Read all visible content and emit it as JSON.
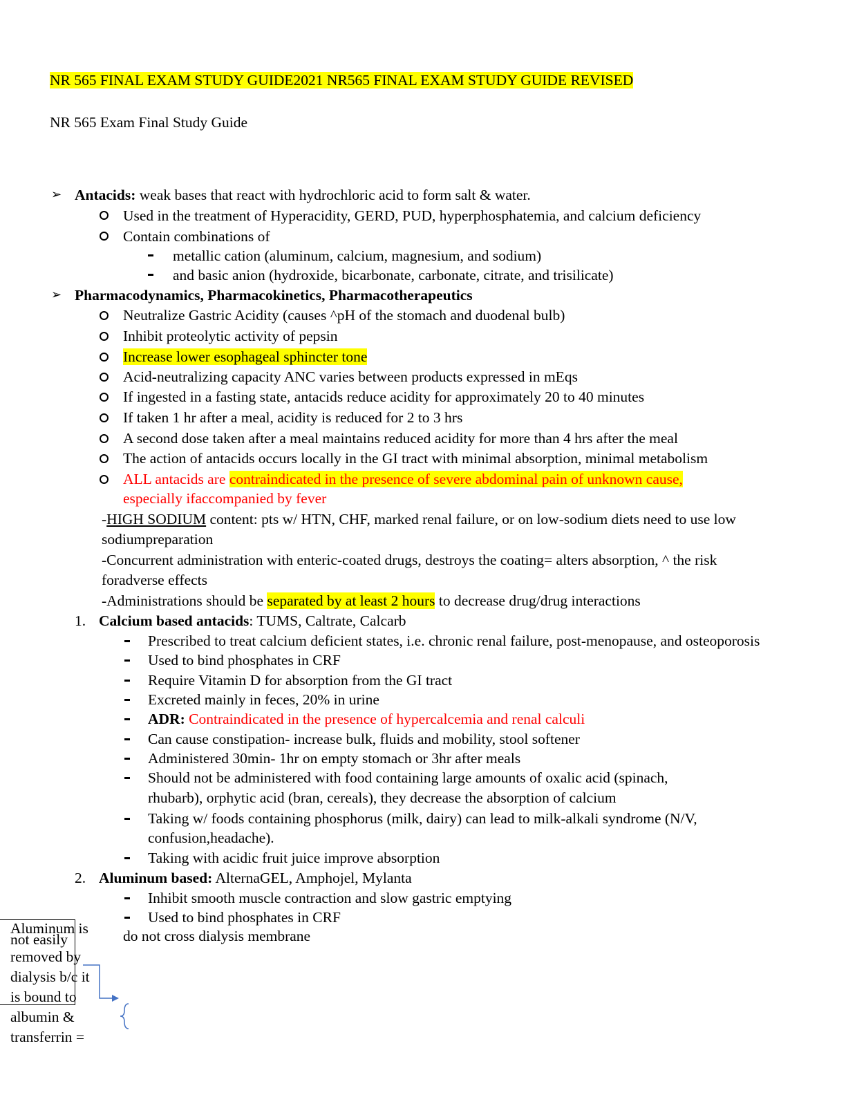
{
  "header": {
    "title": "NR 565 FINAL EXAM STUDY GUIDE2021 NR565 FINAL EXAM STUDY GUIDE REVISED",
    "subtitle": "NR 565 Exam Final Study Guide"
  },
  "antacids": {
    "heading": "Antacids:",
    "text": " weak bases that react with hydrochloric acid to form salt & water.",
    "items": [
      "Used in the treatment of Hyperacidity, GERD, PUD, hyperphosphatemia, and calcium deficiency",
      "Contain combinations of"
    ],
    "subitems": [
      "metallic cation (aluminum, calcium, magnesium, and sodium)",
      "and basic anion (hydroxide, bicarbonate, carbonate, citrate, and trisilicate)"
    ]
  },
  "pharma": {
    "heading": "Pharmacodynamics, Pharmacokinetics, Pharmacotherapeutics",
    "items": [
      "Neutralize Gastric Acidity (causes ^pH of the stomach and duodenal bulb)",
      "Inhibit proteolytic activity of pepsin",
      "Increase lower esophageal sphincter tone",
      "Acid-neutralizing capacity ANC varies between products expressed in mEqs",
      "If ingested in a fasting state, antacids reduce acidity for approximately 20 to 40 minutes",
      "If taken 1 hr after a meal, acidity is reduced for 2 to 3 hrs",
      "A second dose taken after a meal maintains reduced acidity for more than 4 hrs after the meal",
      "The action of antacids occurs locally in the GI tract with minimal absorption, minimal metabolism"
    ],
    "contra_a": "ALL antacids are ",
    "contra_b": "contraindicated in the presence of severe abdominal pain of unknown cause,",
    "contra_c": "especially ifaccompanied by fever",
    "sodium_dash": "-",
    "sodium_u": "HIGH SODIUM",
    "sodium_rest": " content: pts w/ HTN, CHF, marked renal failure, or on low-sodium diets need to use low",
    "sodium_cont": "sodiumpreparation",
    "enteric_1": "-Concurrent administration with enteric-coated drugs, destroys the coating= alters absorption, ^ the risk",
    "enteric_2": "foradverse effects",
    "sep_a": "-Administrations should be ",
    "sep_b": "separated by at least 2 hours",
    "sep_c": " to decrease drug/drug interactions"
  },
  "calcium": {
    "number": "1.",
    "heading": "Calcium based antacids",
    "brands": ": TUMS, Caltrate, Calcarb",
    "items": [
      "Prescribed to treat calcium deficient states, i.e. chronic renal failure, post-menopause, and osteoporosis",
      "Used to bind phosphates in CRF",
      "Require Vitamin D for absorption from the GI tract",
      "Excreted mainly in feces, 20% in urine"
    ],
    "adr_label": "ADR:",
    "adr_text": " Contraindicated in the presence of hypercalcemia and renal calculi",
    "items2": [
      "Can cause constipation- increase bulk, fluids and mobility, stool softener",
      "Administered 30min- 1hr on empty stomach or 3hr after meals",
      "Should not be administered with food containing large amounts of oxalic acid (spinach,",
      "rhubarb), orphytic acid (bran, cereals), they decrease the absorption of calcium",
      "Taking w/ foods containing phosphorus (milk, dairy) can lead to milk-alkali syndrome (N/V,",
      "confusion,headache).",
      "Taking with acidic fruit juice improve absorption"
    ]
  },
  "aluminum": {
    "number": "2.",
    "heading": "Aluminum based:",
    "brands": " AlternaGEL, Amphojel, Mylanta",
    "items": [
      "Inhibit smooth muscle contraction and slow gastric emptying",
      "Used to bind phosphates in CRF"
    ],
    "note": "do not cross dialysis membrane"
  },
  "comment": {
    "lines": [
      "Aluminum is",
      "not easily",
      "removed by",
      "dialysis b/c it",
      "is bound to",
      "albumin &",
      "transferrin ="
    ]
  },
  "colors": {
    "highlight": "#ffff00",
    "red": "#ff0000",
    "connector": "#4472c4"
  }
}
